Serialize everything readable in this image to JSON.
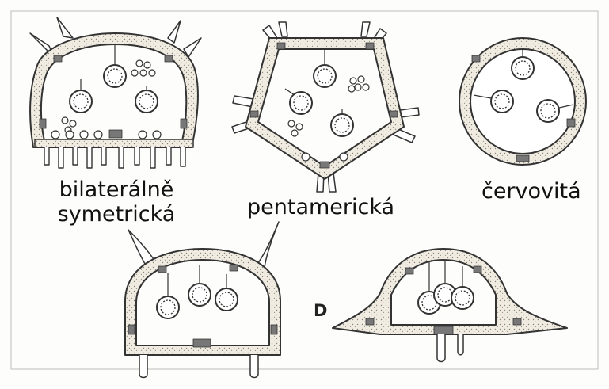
{
  "labels": {
    "bilateral_line1": "bilaterálně",
    "bilateral_line2": "symetrická",
    "pentameric": "pentamerická",
    "vermiform": "červovitá",
    "letter_d": "D"
  },
  "colors": {
    "ink": "#333333",
    "wall_fill": "#f1ece2",
    "stipple": "#8a8479",
    "background": "#fdfdfb"
  },
  "icons": [
    "bilateral-section-figure",
    "pentameric-section-figure",
    "vermiform-section-figure",
    "arched-section-with-spines-figure",
    "flattened-section-with-flanges-figure"
  ]
}
